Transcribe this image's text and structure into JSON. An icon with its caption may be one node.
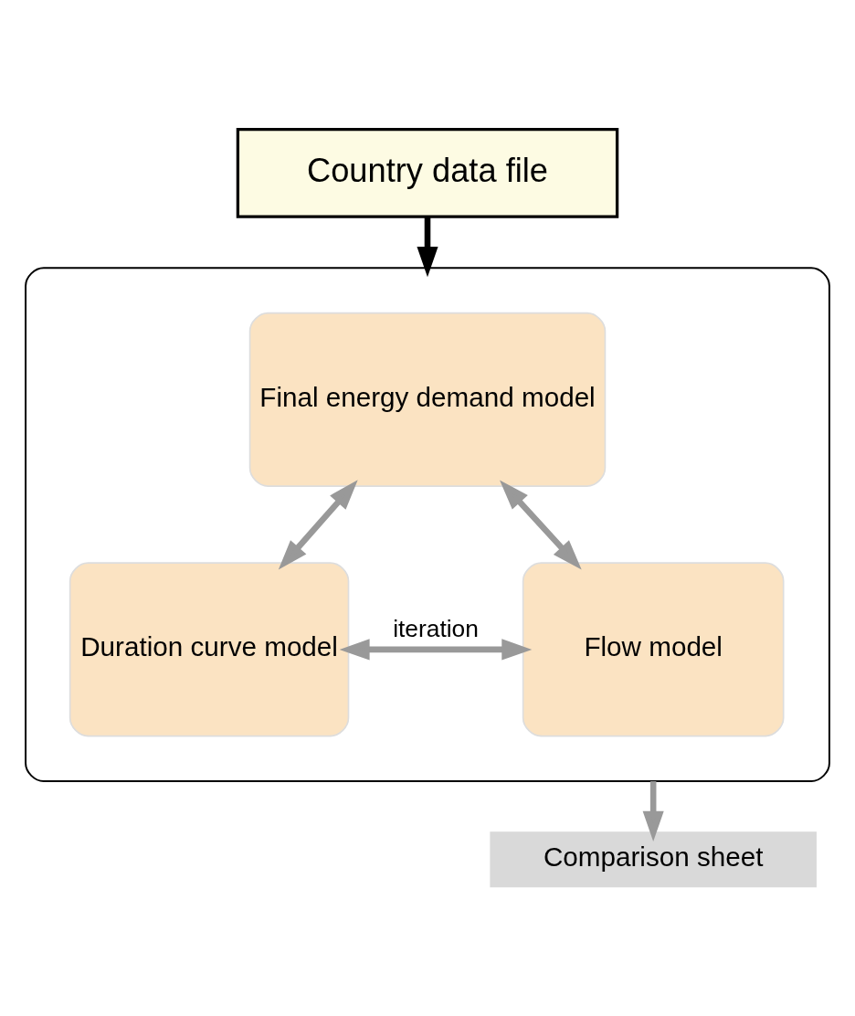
{
  "diagram": {
    "nodes": [
      {
        "text": [
          "Country data file"
        ]
      },
      {
        "text": [],
        "shape": "box"
      },
      {
        "text": [
          "Final energy demand model"
        ],
        "in": 1
      },
      {
        "text": [
          "Duration curve model"
        ],
        "in": 1
      },
      {
        "text": [
          "Flow model"
        ],
        "in": 1
      },
      {
        "text": [
          "Comparison sheet"
        ]
      }
    ],
    "edges": [
      {
        "from": 0,
        "to": 1,
        "arrow": "to",
        "color": "#000000"
      },
      {
        "from": 2,
        "to": 3,
        "arrow": "both"
      },
      {
        "from": 2,
        "to": 4,
        "arrow": "both"
      },
      {
        "from": 3,
        "to": 4,
        "arrow": "both",
        "label": "iteration"
      },
      {
        "from": 1,
        "to": 5,
        "arrow": "to"
      }
    ]
  }
}
